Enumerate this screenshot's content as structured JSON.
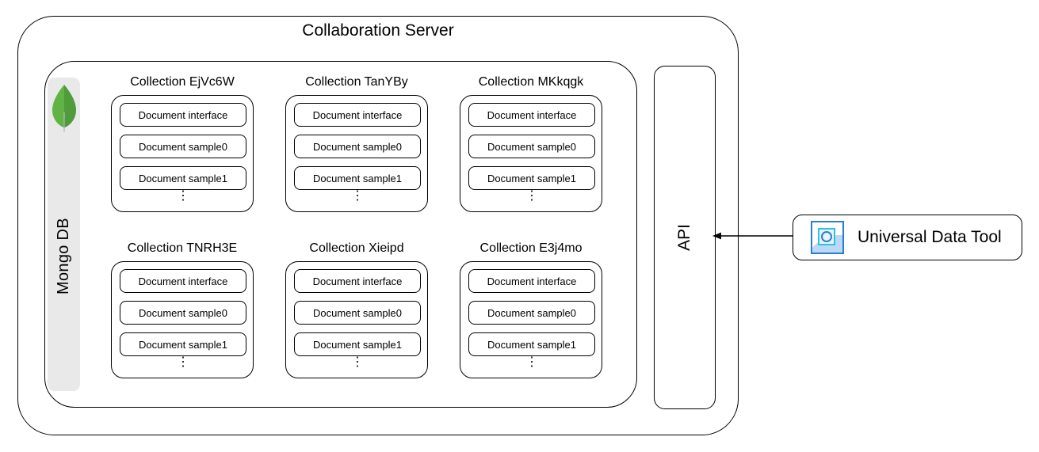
{
  "diagram": {
    "server": {
      "title": "Collaboration Server"
    },
    "database": {
      "name": "Mongo DB",
      "logo_icon": "mongodb-leaf-icon",
      "colors": {
        "leaf_light": "#62b345",
        "leaf_dark": "#509b3b",
        "stem": "#b0b0b0",
        "panel_bg": "#e9e9e9"
      }
    },
    "collections": [
      {
        "title": "Collection EjVc6W",
        "documents": [
          "Document interface",
          "Document sample0",
          "Document sample1"
        ],
        "more": "⋮"
      },
      {
        "title": "Collection TanYBy",
        "documents": [
          "Document interface",
          "Document sample0",
          "Document sample1"
        ],
        "more": "⋮"
      },
      {
        "title": "Collection MKkqgk",
        "documents": [
          "Document interface",
          "Document sample0",
          "Document sample1"
        ],
        "more": "⋮"
      },
      {
        "title": "Collection TNRH3E",
        "documents": [
          "Document interface",
          "Document sample0",
          "Document sample1"
        ],
        "more": "⋮"
      },
      {
        "title": "Collection Xieipd",
        "documents": [
          "Document interface",
          "Document sample0",
          "Document sample1"
        ],
        "more": "⋮"
      },
      {
        "title": "Collection E3j4mo",
        "documents": [
          "Document interface",
          "Document sample0",
          "Document sample1"
        ],
        "more": "⋮"
      }
    ],
    "api": {
      "label": "API"
    },
    "client": {
      "label": "Universal Data Tool",
      "icon": "universal-data-tool-icon",
      "icon_colors": {
        "border": "#2a7fd4",
        "wave": "#bcd8f5",
        "inner_square": "#2ac3e0",
        "circle": "#2a7fd4"
      }
    },
    "connector": {
      "name": "client-to-api-arrow",
      "direction": "left",
      "from": "Universal Data Tool",
      "to": "API"
    }
  }
}
